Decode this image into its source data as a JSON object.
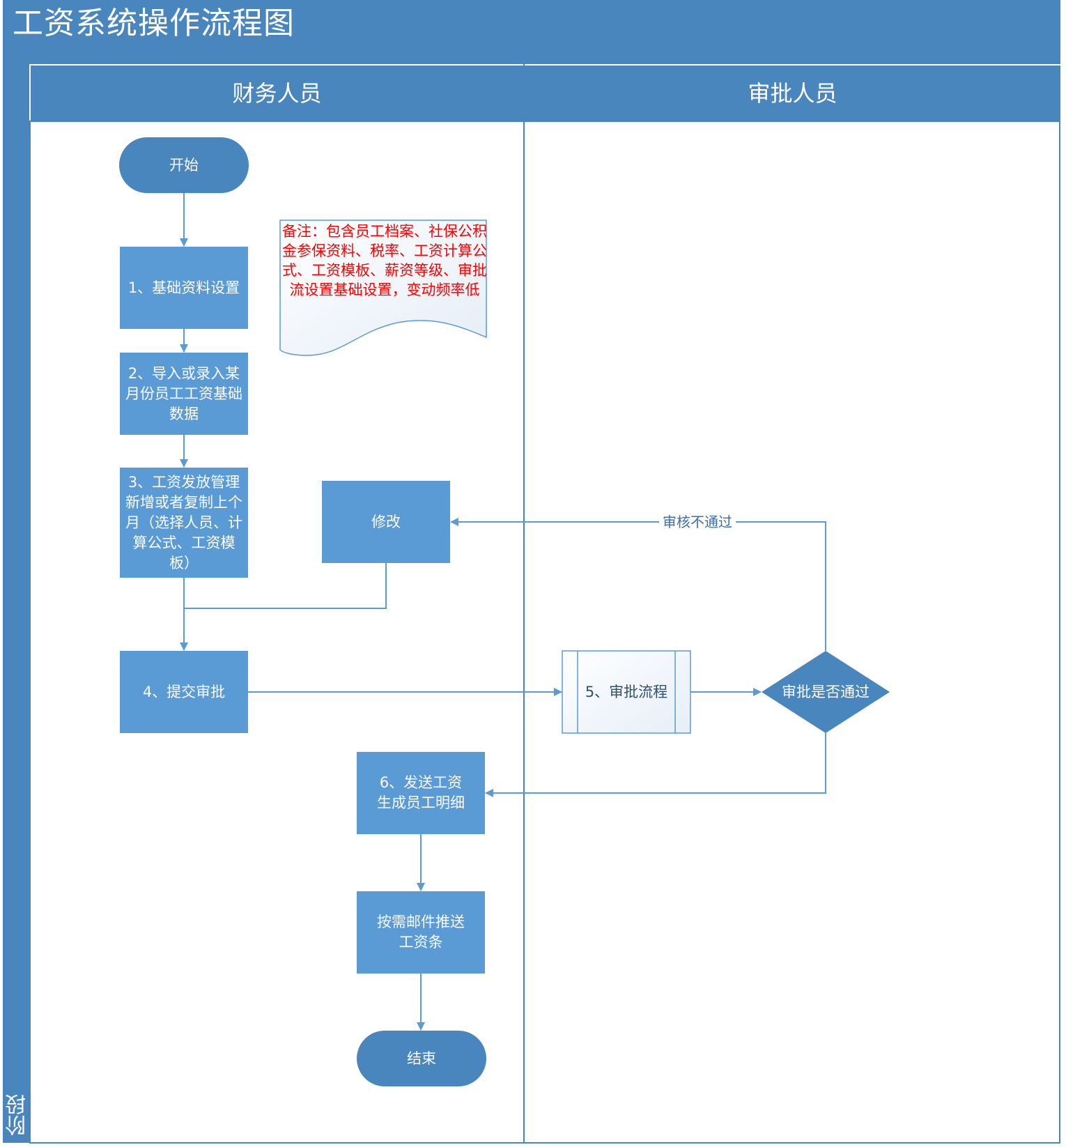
{
  "title": "工资系统操作流程图",
  "phase_label": "阶段",
  "lanes": [
    "财务人员",
    "审批人员"
  ],
  "nodes": {
    "start": "开始",
    "step1": "1、基础资料设置",
    "step2": "2、导入或录入某月份员工工资基础数据",
    "step3": "3、工资发放管理新增或者复制上个月（选择人员、计算公式、工资模板）",
    "modify": "修改",
    "step4": "4、提交审批",
    "step5": "5、审批流程",
    "decision": "审批是否通过",
    "step6": "6、发送工资生成员工明细",
    "email": "按需邮件推送工资条",
    "end": "结束"
  },
  "note": "备注：包含员工档案、社保公积金参保资料、税率、工资计算公式、工资模板、薪资等级、审批流设置基础设置，变动频率低",
  "edge_labels": {
    "reject": "审核不通过"
  },
  "colors": {
    "header": "#4a86be",
    "process": "#5b9bd5",
    "terminator": "#4a86be",
    "line": "#5b9bd5",
    "note_text": "#ff0000"
  }
}
